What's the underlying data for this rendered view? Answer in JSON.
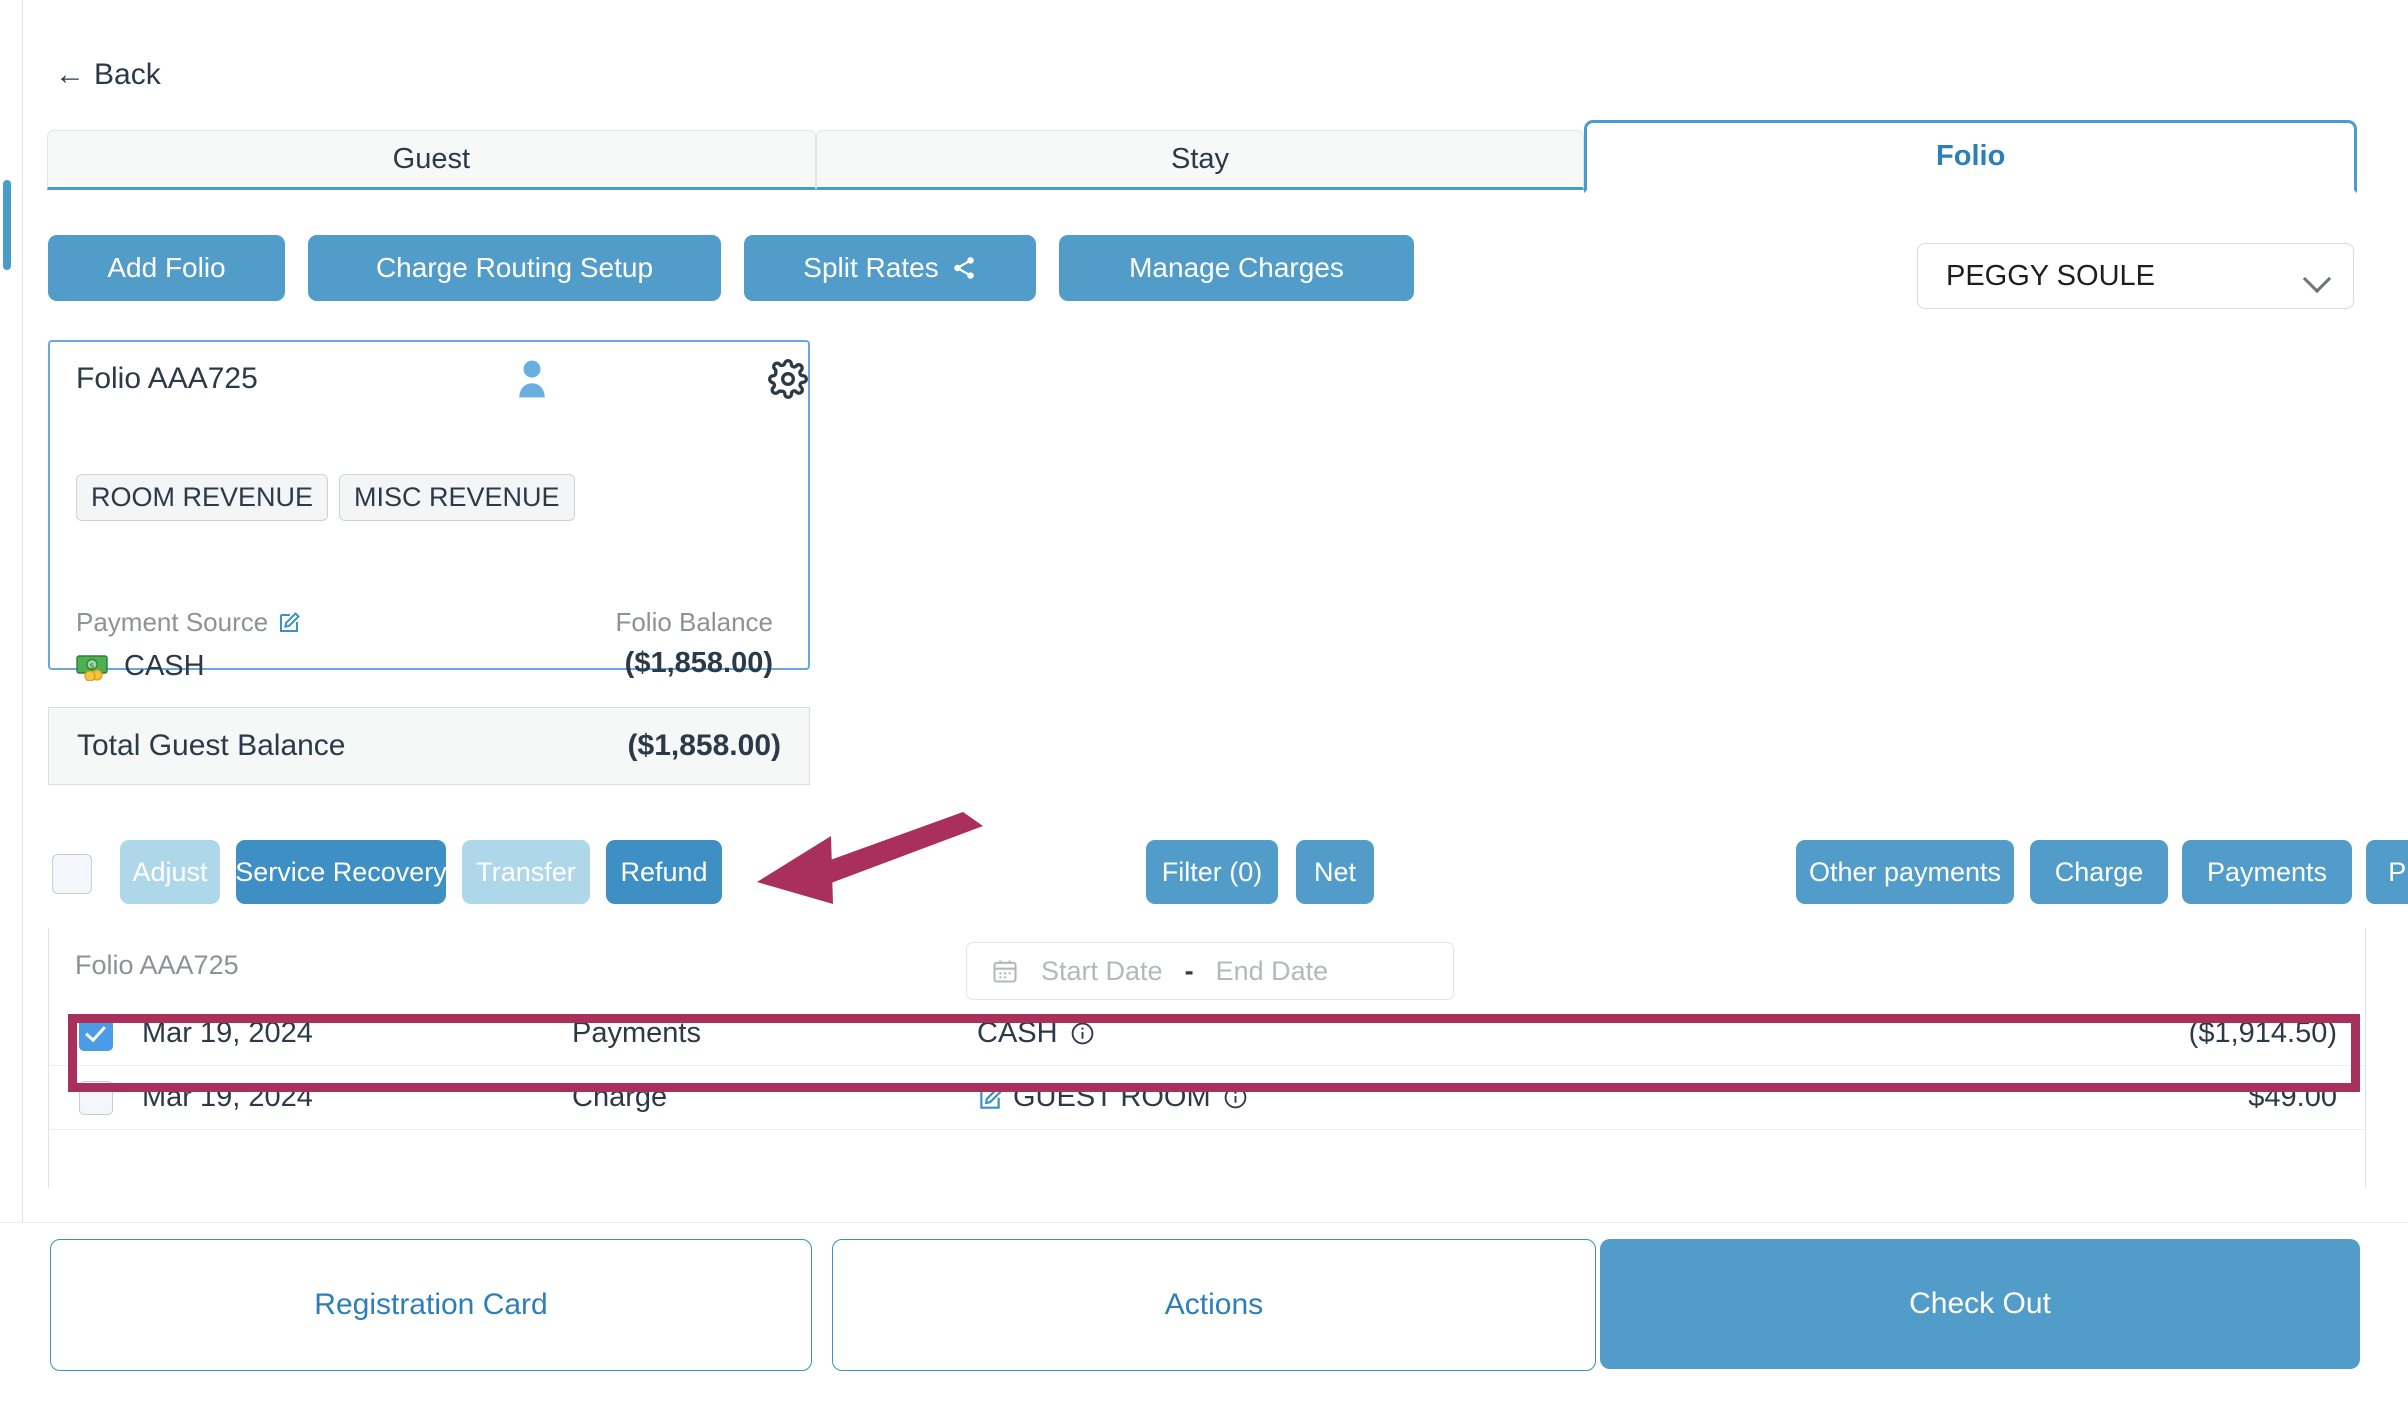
{
  "header": {
    "back_label": "Back",
    "back_icon": "arrow-left-icon"
  },
  "tabs": [
    {
      "label": "Guest",
      "active": false
    },
    {
      "label": "Stay",
      "active": false
    },
    {
      "label": "Folio",
      "active": true
    }
  ],
  "toolbar": {
    "add_folio": "Add Folio",
    "charge_routing_setup": "Charge Routing Setup",
    "split_rates": "Split Rates",
    "split_rates_icon": "share-icon",
    "manage_charges": "Manage Charges"
  },
  "guest_select": {
    "value": "PEGGY SOULE",
    "icon": "chevron-down-icon"
  },
  "folio_card": {
    "title": "Folio AAA725",
    "person_icon": "person-icon",
    "gear_icon": "gear-icon",
    "pills": [
      "ROOM REVENUE",
      "MISC REVENUE"
    ],
    "payment_source_label": "Payment Source",
    "payment_source_edit_icon": "edit-pencil-icon",
    "payment_source_value": "CASH",
    "payment_source_value_icon": "cash-money-icon",
    "folio_balance_label": "Folio Balance",
    "folio_balance_value": "($1,858.00)"
  },
  "total_balance": {
    "label": "Total Guest Balance",
    "value": "($1,858.00)"
  },
  "actions": {
    "adjust": "Adjust",
    "service_recovery": "Service Recovery",
    "transfer": "Transfer",
    "refund": "Refund",
    "filter": "Filter (0)",
    "net": "Net",
    "other_payments": "Other payments",
    "charge": "Charge",
    "payments": "Payments",
    "print": "Print"
  },
  "transactions": {
    "panel_title": "Folio AAA725",
    "date_filter": {
      "calendar_icon": "calendar-icon",
      "start_placeholder": "Start Date",
      "separator": "-",
      "end_placeholder": "End Date"
    },
    "rows": [
      {
        "checked": true,
        "date": "Mar 19, 2024",
        "type": "Payments",
        "description": "CASH",
        "desc_info_icon": "info-circle-icon",
        "has_edit_icon": false,
        "amount": "($1,914.50)"
      },
      {
        "checked": false,
        "date": "Mar 19, 2024",
        "type": "Charge",
        "description": "GUEST ROOM",
        "desc_info_icon": "info-circle-icon",
        "has_edit_icon": true,
        "edit_icon": "edit-pencil-icon",
        "amount": "$49.00"
      }
    ]
  },
  "footer": {
    "registration_card": "Registration Card",
    "actions": "Actions",
    "check_out": "Check Out"
  },
  "annotation": {
    "arrow_icon": "annotation-arrow-icon",
    "arrow_color": "#a8305a",
    "highlight_color": "#a8305a"
  },
  "colors": {
    "primary_blue": "#519cc8",
    "disabled_blue": "#aed7ea",
    "tab_active_text": "#2d7fb8",
    "checkbox_checked": "#4a9ce8",
    "annotation": "#a8305a"
  }
}
